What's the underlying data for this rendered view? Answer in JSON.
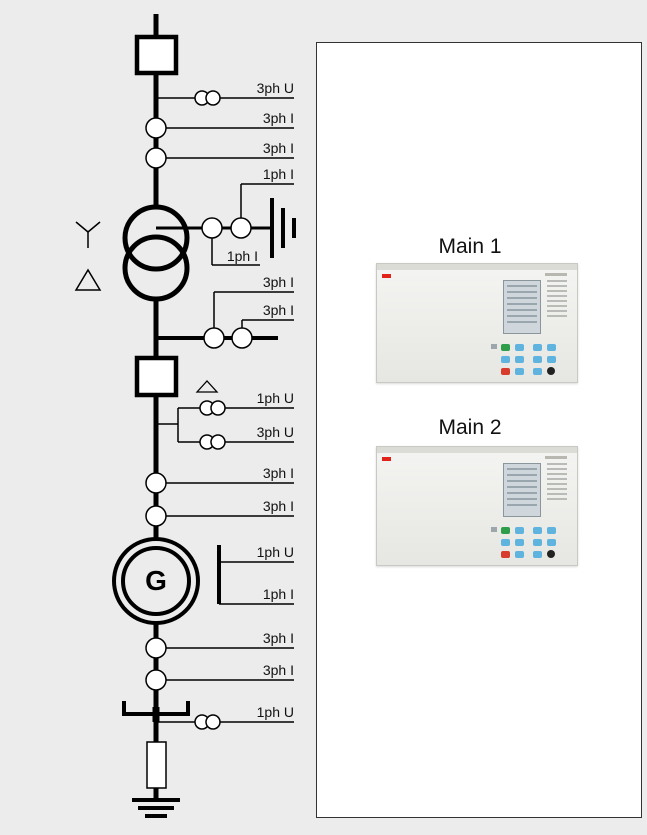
{
  "sld": {
    "label_1": "3ph U",
    "label_2": "3ph I",
    "label_3": "3ph I",
    "label_4": "1ph I",
    "label_5": "1ph I",
    "label_6": "3ph I",
    "label_7": "3ph I",
    "label_8": "1ph U",
    "label_9": "3ph U",
    "label_10": "3ph I",
    "label_11": "3ph I",
    "label_12": "1ph U",
    "label_13": "1ph I",
    "label_14": "3ph I",
    "label_15": "3ph I",
    "label_16": "1ph U",
    "generator_letter": "G"
  },
  "panel": {
    "main1_title": "Main 1",
    "main2_title": "Main 2"
  },
  "colors": {
    "background": "#ececec",
    "line": "#000000",
    "panel": "#ffffff",
    "relay_key_blue": "#5fb3df",
    "relay_key_green": "#2f9e4a",
    "relay_key_red": "#d73c2c",
    "relay_logo": "#e2231a"
  }
}
